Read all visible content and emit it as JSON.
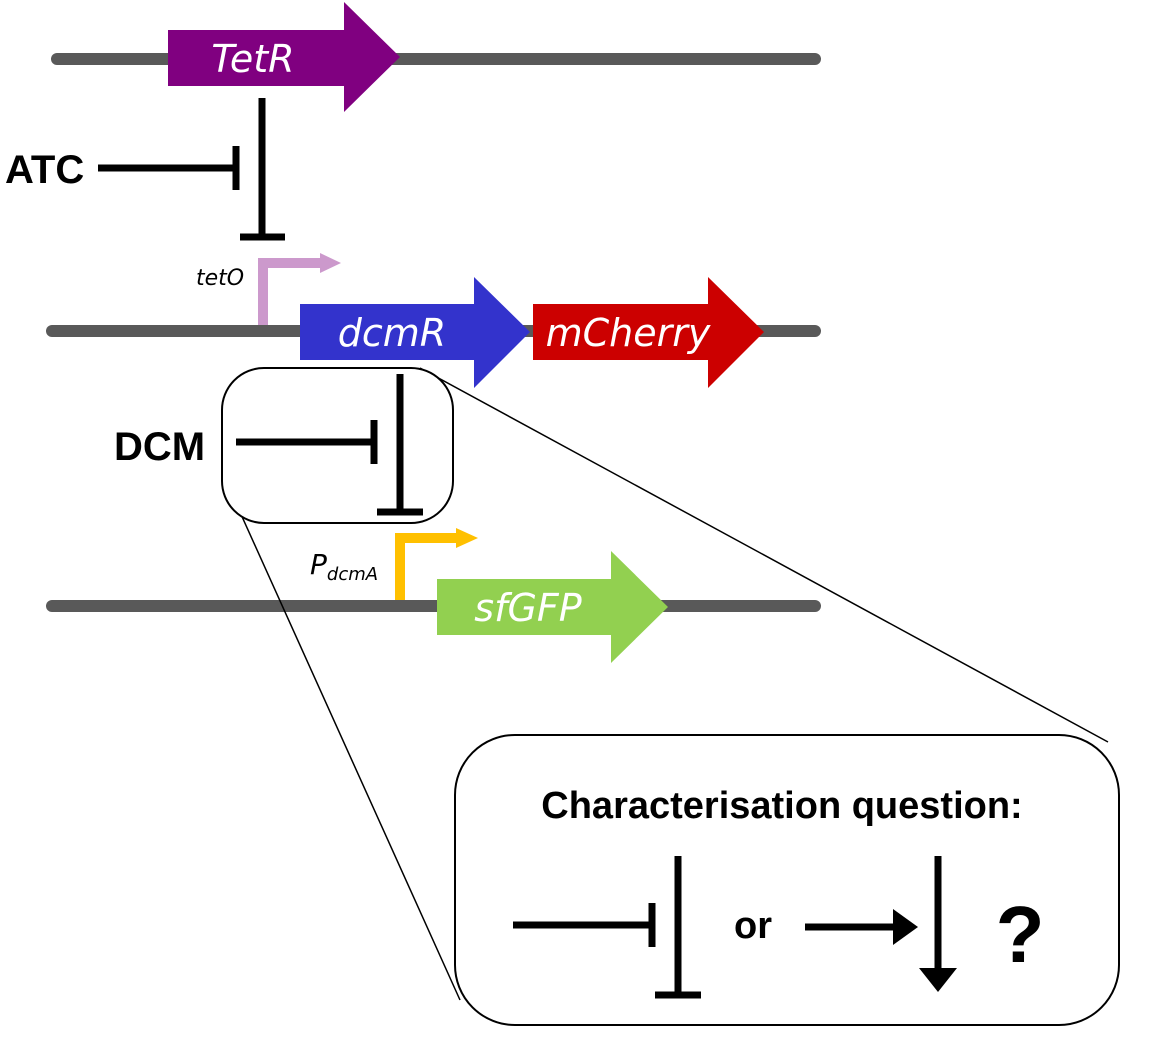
{
  "genes": {
    "tetr": {
      "label": "TetR",
      "color": "#800080"
    },
    "dcmr": {
      "label": "dcmR",
      "color": "#3333cc"
    },
    "mcherry": {
      "label": "mCherry",
      "color": "#cc0000"
    },
    "sfgfp": {
      "label": "sfGFP",
      "color": "#92d050"
    }
  },
  "promoters": {
    "teto": {
      "label": "tetO",
      "color": "#cc99cc"
    },
    "pdcma": {
      "label_main": "P",
      "label_sub": "dcmA",
      "color": "#ffc000"
    }
  },
  "inducers": {
    "atc": "ATC",
    "dcm": "DCM"
  },
  "question_box": {
    "title": "Characterisation question:",
    "connector": "or",
    "mark": "?"
  },
  "colors": {
    "dna": "#595959",
    "regulation": "#000000"
  }
}
